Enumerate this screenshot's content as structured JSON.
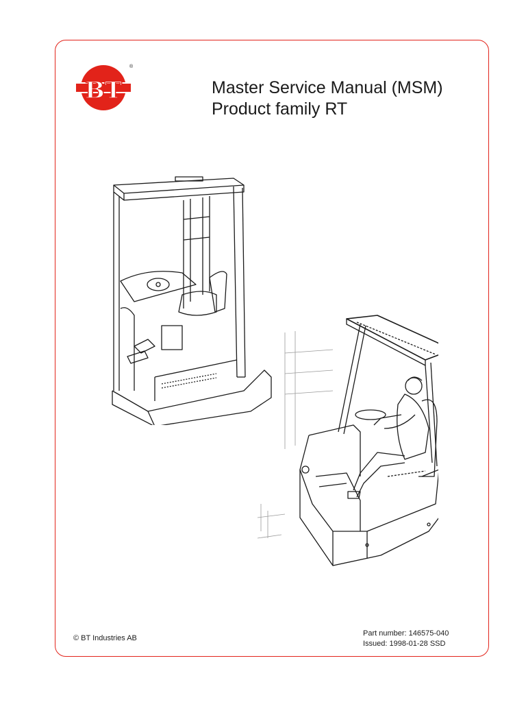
{
  "brand": {
    "logo_text": "BT",
    "registered_mark": "®",
    "logo_color": "#e2231a"
  },
  "title": {
    "line1": "Master Service Manual (MSM)",
    "line2": "Product family RT"
  },
  "illustrations": [
    {
      "name": "reach-truck-cabin-illustration",
      "icon": "forklift-drawing"
    },
    {
      "name": "reach-truck-with-operator-illustration",
      "icon": "forklift-operator-drawing"
    }
  ],
  "footer": {
    "copyright": "© BT Industries AB",
    "part_number": "Part number: 146575-040",
    "issued": "Issued: 1998-01-28 SSD"
  },
  "colors": {
    "frame_border": "#e2231a",
    "text": "#1a1a1a"
  }
}
